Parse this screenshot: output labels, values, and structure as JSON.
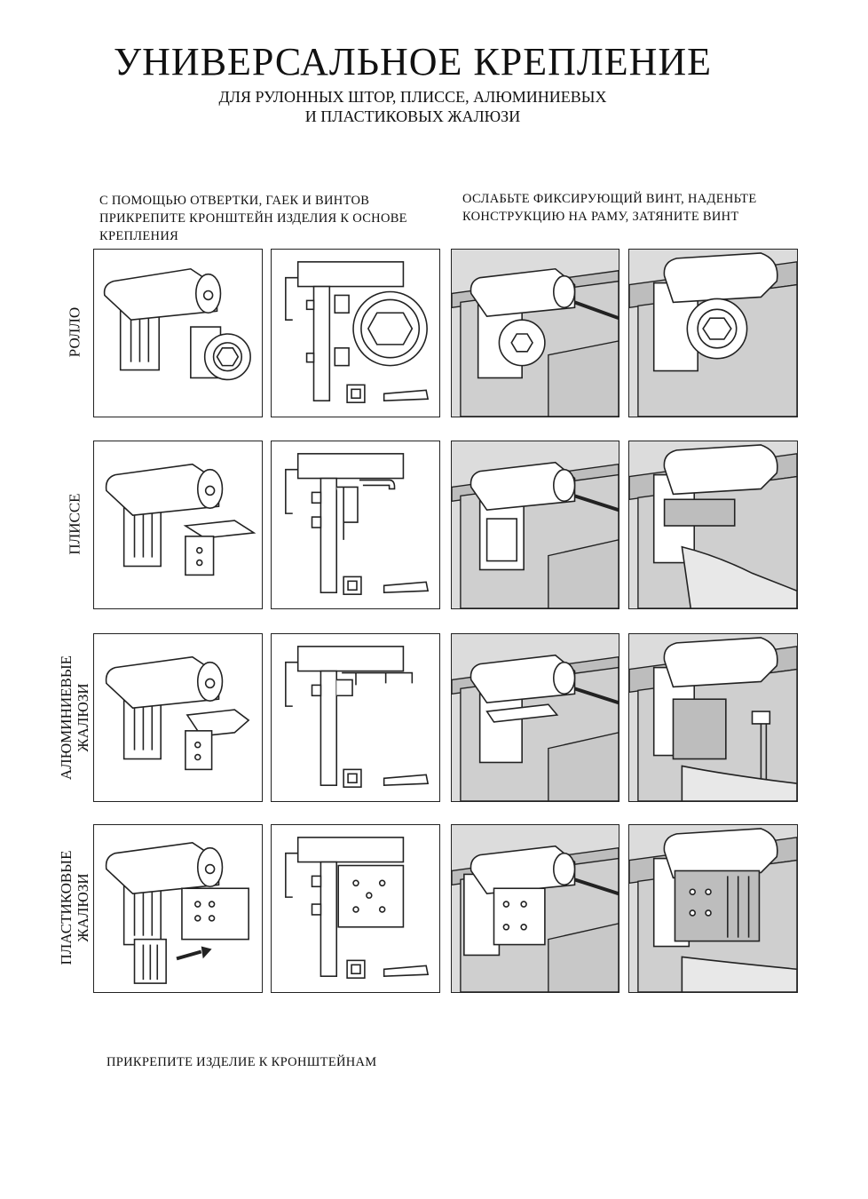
{
  "header": {
    "title": "УНИВЕРСАЛЬНОЕ КРЕПЛЕНИЕ",
    "subtitle": "ДЛЯ РУЛОННЫХ ШТОР, ПЛИССЕ, АЛЮМИНИЕВЫХ\nИ ПЛАСТИКОВЫХ ЖАЛЮЗИ"
  },
  "instructions": {
    "left": "С ПОМОЩЬЮ ОТВЕРТКИ, ГАЕК И ВИНТОВ\nПРИКРЕПИТЕ КРОНШТЕЙН ИЗДЕЛИЯ К ОСНОВЕ\nКРЕПЛЕНИЯ",
    "right": "ОСЛАБЬТЕ ФИКСИРУЮЩИЙ ВИНТ, НАДЕНЬТЕ\nКОНСТРУКЦИЮ НА РАМУ, ЗАТЯНИТЕ ВИНТ"
  },
  "rows": [
    {
      "label": "РОЛЛО"
    },
    {
      "label": "ПЛИССЕ"
    },
    {
      "label": "АЛЮМИНИЕВЫЕ\nЖАЛЮЗИ"
    },
    {
      "label": "ПЛАСТИКОВЫЕ\nЖАЛЮЗИ"
    }
  ],
  "footer": "ПРИКРЕПИТЕ ИЗДЕЛИЕ К КРОНШТЕЙНАМ",
  "colors": {
    "line": "#222222",
    "panel_gray": "#dcdcdc",
    "frame_gray": "#bdbdbd"
  }
}
